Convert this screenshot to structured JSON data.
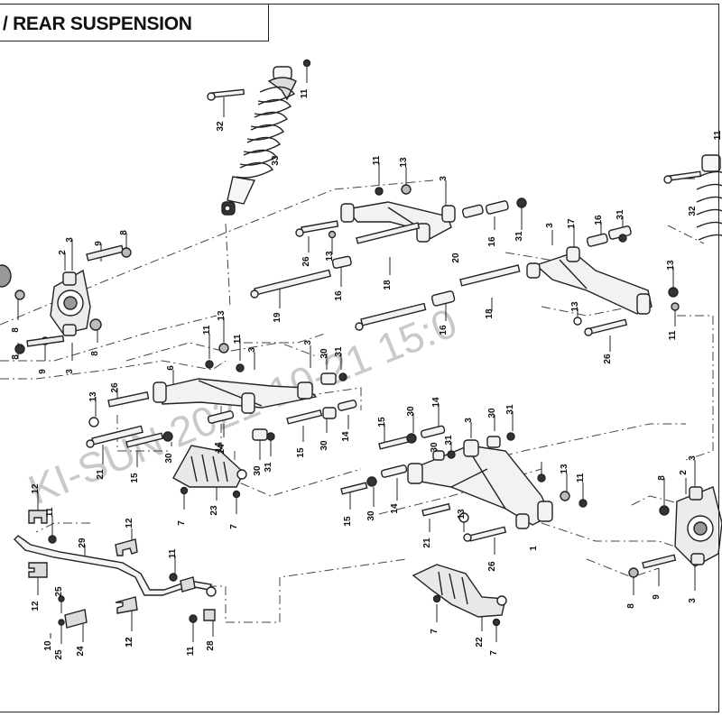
{
  "title": "/ REAR SUSPENSION",
  "watermark": {
    "text": "KI-SUN 2021-10-21 15:0",
    "color": "#c9c9c9"
  },
  "callouts": [
    {
      "id": "c-11-a",
      "label": "11"
    },
    {
      "id": "c-32-a",
      "label": "32"
    },
    {
      "id": "c-33-a",
      "label": "33"
    },
    {
      "id": "c-3-a",
      "label": "3"
    },
    {
      "id": "c-2-a",
      "label": "2"
    },
    {
      "id": "c-9-a",
      "label": "9"
    },
    {
      "id": "c-8-a",
      "label": "8"
    },
    {
      "id": "c-8-b",
      "label": "8"
    },
    {
      "id": "c-8-c",
      "label": "8"
    },
    {
      "id": "c-9-b",
      "label": "9"
    },
    {
      "id": "c-3-b",
      "label": "3"
    },
    {
      "id": "c-8-d",
      "label": "8"
    },
    {
      "id": "c-11-b",
      "label": "11"
    },
    {
      "id": "c-13-a",
      "label": "13"
    },
    {
      "id": "c-3-c",
      "label": "3"
    },
    {
      "id": "c-26-a",
      "label": "26"
    },
    {
      "id": "c-13-b",
      "label": "13"
    },
    {
      "id": "c-20",
      "label": "20"
    },
    {
      "id": "c-16-a",
      "label": "16"
    },
    {
      "id": "c-31-a",
      "label": "31"
    },
    {
      "id": "c-18-a",
      "label": "18"
    },
    {
      "id": "c-19",
      "label": "19"
    },
    {
      "id": "c-16-b",
      "label": "16"
    },
    {
      "id": "c-3-d",
      "label": "3"
    },
    {
      "id": "c-17",
      "label": "17"
    },
    {
      "id": "c-16-c",
      "label": "16"
    },
    {
      "id": "c-31-b",
      "label": "31"
    },
    {
      "id": "c-18-b",
      "label": "18"
    },
    {
      "id": "c-16-d",
      "label": "16"
    },
    {
      "id": "c-13-c",
      "label": "13"
    },
    {
      "id": "c-11-c",
      "label": "11"
    },
    {
      "id": "c-13-d",
      "label": "13"
    },
    {
      "id": "c-26-b",
      "label": "26"
    },
    {
      "id": "c-32-b",
      "label": "32"
    },
    {
      "id": "c-11-d",
      "label": "11"
    },
    {
      "id": "c-11-e",
      "label": "11"
    },
    {
      "id": "c-13-e",
      "label": "13"
    },
    {
      "id": "c-11-f",
      "label": "11"
    },
    {
      "id": "c-3-e",
      "label": "3"
    },
    {
      "id": "c-3-f",
      "label": "3"
    },
    {
      "id": "c-6",
      "label": "6"
    },
    {
      "id": "c-31-c",
      "label": "31"
    },
    {
      "id": "c-30-a",
      "label": "30"
    },
    {
      "id": "c-13-f",
      "label": "13"
    },
    {
      "id": "c-26-c",
      "label": "26"
    },
    {
      "id": "c-14-a",
      "label": "14"
    },
    {
      "id": "c-15-a",
      "label": "15"
    },
    {
      "id": "c-30-b",
      "label": "30"
    },
    {
      "id": "c-14-b",
      "label": "14"
    },
    {
      "id": "c-21-a",
      "label": "21"
    },
    {
      "id": "c-15-b",
      "label": "15"
    },
    {
      "id": "c-30-c",
      "label": "30"
    },
    {
      "id": "c-14-c",
      "label": "14"
    },
    {
      "id": "c-30-d",
      "label": "30"
    },
    {
      "id": "c-31-d",
      "label": "31"
    },
    {
      "id": "c-23",
      "label": "23"
    },
    {
      "id": "c-7-a",
      "label": "7"
    },
    {
      "id": "c-7-b",
      "label": "7"
    },
    {
      "id": "c-14-d",
      "label": "14"
    },
    {
      "id": "c-30-e",
      "label": "30"
    },
    {
      "id": "c-3-g",
      "label": "3"
    },
    {
      "id": "c-30-f",
      "label": "30"
    },
    {
      "id": "c-31-e",
      "label": "31"
    },
    {
      "id": "c-15-c",
      "label": "15"
    },
    {
      "id": "c-30-g",
      "label": "30"
    },
    {
      "id": "c-31-f",
      "label": "31"
    },
    {
      "id": "c-15-d",
      "label": "15"
    },
    {
      "id": "c-30-h",
      "label": "30"
    },
    {
      "id": "c-14-e",
      "label": "14"
    },
    {
      "id": "c-21-b",
      "label": "21"
    },
    {
      "id": "c-13-g",
      "label": "13"
    },
    {
      "id": "c-26-d",
      "label": "26"
    },
    {
      "id": "c-1",
      "label": "1"
    },
    {
      "id": "c-13-h",
      "label": "13"
    },
    {
      "id": "c-11-g",
      "label": "11"
    },
    {
      "id": "c-3-h",
      "label": "3"
    },
    {
      "id": "c-2-b",
      "label": "2"
    },
    {
      "id": "c-8-e",
      "label": "8"
    },
    {
      "id": "c-8-f",
      "label": "8"
    },
    {
      "id": "c-9-c",
      "label": "9"
    },
    {
      "id": "c-3-i",
      "label": "3"
    },
    {
      "id": "c-22",
      "label": "22"
    },
    {
      "id": "c-7-c",
      "label": "7"
    },
    {
      "id": "c-7-d",
      "label": "7"
    },
    {
      "id": "c-12-a",
      "label": "12"
    },
    {
      "id": "c-11-h",
      "label": "11"
    },
    {
      "id": "c-29",
      "label": "29"
    },
    {
      "id": "c-12-b",
      "label": "12"
    },
    {
      "id": "c-12-c",
      "label": "12"
    },
    {
      "id": "c-11-i",
      "label": "11"
    },
    {
      "id": "c-25-a",
      "label": "25"
    },
    {
      "id": "c-12-d",
      "label": "12"
    },
    {
      "id": "c-10",
      "label": "10"
    },
    {
      "id": "c-24",
      "label": "24"
    },
    {
      "id": "c-25-b",
      "label": "25"
    },
    {
      "id": "c-11-j",
      "label": "11"
    },
    {
      "id": "c-28",
      "label": "28"
    },
    {
      "id": "c-12-e",
      "label": "12"
    }
  ]
}
